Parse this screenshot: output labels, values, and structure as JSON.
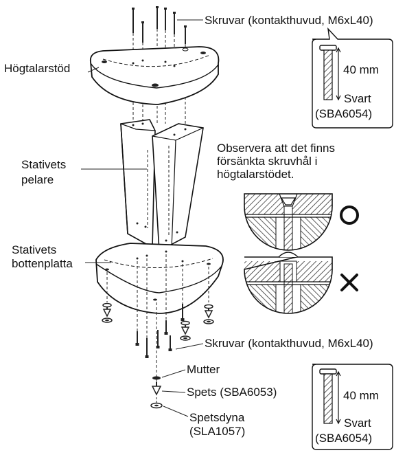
{
  "labels": {
    "top_screws": "Skruvar (kontakthuvud, M6xL40)",
    "speaker_base": "Högtalarstöd",
    "pillar": [
      "Stativets",
      "pelare"
    ],
    "bottom_plate": [
      "Stativets",
      "bottenplatta"
    ],
    "bottom_screws": "Skruvar (kontakthuvud, M6xL40)",
    "nut": "Mutter",
    "spike": "Spets (SBA6053)",
    "spike_pad": [
      "Spetsdyna",
      "(SLA1057)"
    ]
  },
  "screw_callout_top": {
    "length": "40 mm",
    "color": "Svart",
    "part_no": "(SBA6054)"
  },
  "screw_callout_bottom": {
    "length": "40 mm",
    "color": "Svart",
    "part_no": "(SBA6054)"
  },
  "note": {
    "lines": [
      "Observera att det finns",
      "försänkta skruvhål i",
      "högtalarstödet."
    ]
  },
  "symbols": {
    "correct": "O",
    "incorrect": "×"
  },
  "colors": {
    "ink": "#111111",
    "hatch": "#333333"
  }
}
